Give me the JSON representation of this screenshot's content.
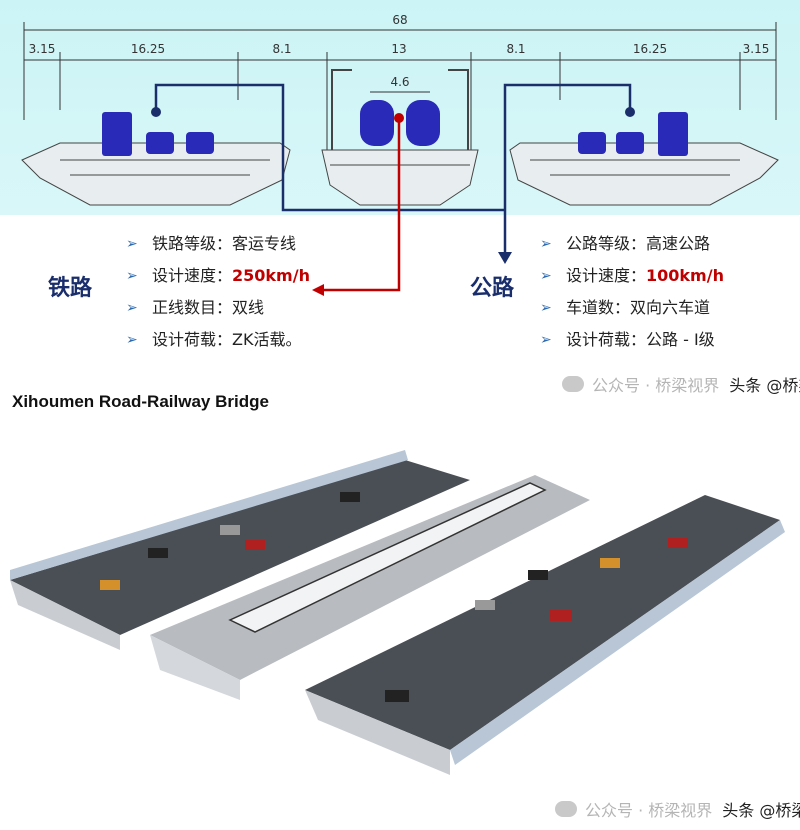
{
  "dimensions": {
    "total": "68",
    "segments": [
      "3.15",
      "16.25",
      "8.1",
      "13",
      "8.1",
      "16.25",
      "3.15"
    ],
    "track_spacing": "4.6"
  },
  "railway": {
    "title": "铁路",
    "specs": [
      {
        "label": "铁路等级：",
        "value": "客运专线",
        "highlight": false
      },
      {
        "label": "设计速度：",
        "value": "250km/h",
        "highlight": true
      },
      {
        "label": "正线数目：",
        "value": "双线",
        "highlight": false
      },
      {
        "label": "设计荷载：",
        "value": "ZK活载。",
        "highlight": false
      }
    ]
  },
  "highway": {
    "title": "公路",
    "specs": [
      {
        "label": "公路等级：",
        "value": "高速公路",
        "highlight": false
      },
      {
        "label": "设计速度：",
        "value": "100km/h",
        "highlight": true
      },
      {
        "label": "车道数：",
        "value": "双向六车道",
        "highlight": false
      },
      {
        "label": "设计荷载：",
        "value": "公路 - Ⅰ级",
        "highlight": false
      }
    ]
  },
  "bridge_title": "Xihoumen Road-Railway Bridge",
  "watermark": {
    "faint": "公众号 · 桥梁视界",
    "dark": "头条 @桥梁网"
  },
  "colors": {
    "rail_arrow": "#c00000",
    "road_arrow": "#1a2e6c",
    "vehicle": "#2a2ab8",
    "background": "#d2f5f6"
  }
}
